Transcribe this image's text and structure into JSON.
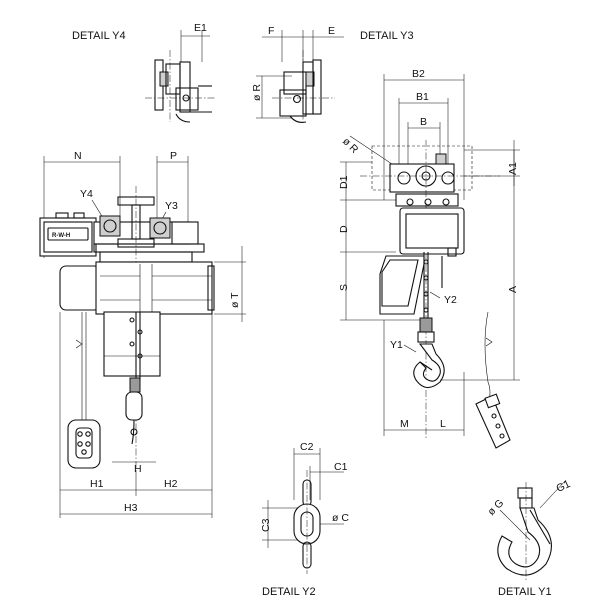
{
  "details": {
    "y4": "DETAIL Y4",
    "y3": "DETAIL Y3",
    "y2": "DETAIL Y2",
    "y1": "DETAIL Y1"
  },
  "dims": {
    "e1": "E1",
    "f": "F",
    "e": "E",
    "phi_r_detail": "ø R",
    "b2": "B2",
    "b1": "B1",
    "b": "B",
    "phi_r_side": "ø R",
    "a1": "A1",
    "d1": "D1",
    "d": "D",
    "s": "S",
    "a": "A",
    "m": "M",
    "l": "L",
    "n": "N",
    "p": "P",
    "y4_mark": "Y4",
    "y3_mark": "Y3",
    "phi_t": "ø T",
    "h": "H",
    "h1": "H1",
    "h2": "H2",
    "h3": "H3",
    "y2_mark": "Y2",
    "y1_mark": "Y1",
    "c2": "C2",
    "c1": "C1",
    "c3": "C3",
    "phi_c": "ø C",
    "g1": "G1",
    "phi_g": "ø G"
  },
  "logo": "R-W-H"
}
